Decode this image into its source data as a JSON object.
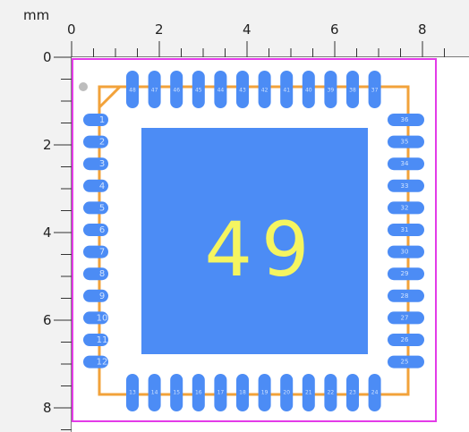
{
  "units": "mm",
  "ruler": {
    "x_labels": [
      "0",
      "2",
      "4",
      "6",
      "8"
    ],
    "y_labels": [
      "0",
      "2",
      "4",
      "6",
      "8"
    ]
  },
  "component": {
    "center_pad_number": "49",
    "left_pins": [
      "1",
      "2",
      "3",
      "4",
      "5",
      "6",
      "7",
      "8",
      "9",
      "10",
      "11",
      "12"
    ],
    "bottom_pins": [
      "13",
      "14",
      "15",
      "16",
      "17",
      "18",
      "19",
      "20",
      "21",
      "22",
      "23",
      "24"
    ],
    "right_pins": [
      "36",
      "35",
      "34",
      "33",
      "32",
      "31",
      "30",
      "29",
      "28",
      "27",
      "26",
      "25"
    ],
    "top_pins": [
      "48",
      "47",
      "46",
      "45",
      "44",
      "43",
      "42",
      "41",
      "40",
      "39",
      "38",
      "37"
    ]
  },
  "colors": {
    "pad": "#4c8cf5",
    "silkscreen": "#f2a23a",
    "courtyard": "#e33be8",
    "pad_text": "#f5f560",
    "pin_text": "#cfe2ff",
    "pin1_marker": "#bdbdbd",
    "ruler_bg": "#f2f2f2",
    "ruler_line": "#333333"
  }
}
